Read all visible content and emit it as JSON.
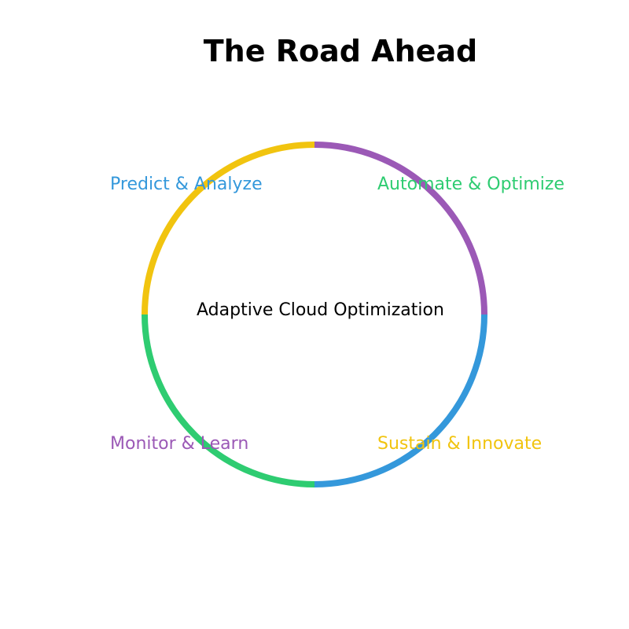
{
  "title": "The Road Ahead",
  "center": "Adaptive Cloud Optimization",
  "segments": [
    {
      "label": "Predict & Analyze",
      "label_color": "#3498db",
      "arc_color": "#f1c40f"
    },
    {
      "label": "Automate & Optimize",
      "label_color": "#2ecc71",
      "arc_color": "#9b59b6"
    },
    {
      "label": "Sustain & Innovate",
      "label_color": "#f1c40f",
      "arc_color": "#3498db"
    },
    {
      "label": "Monitor & Learn",
      "label_color": "#9b59b6",
      "arc_color": "#2ecc71"
    }
  ]
}
